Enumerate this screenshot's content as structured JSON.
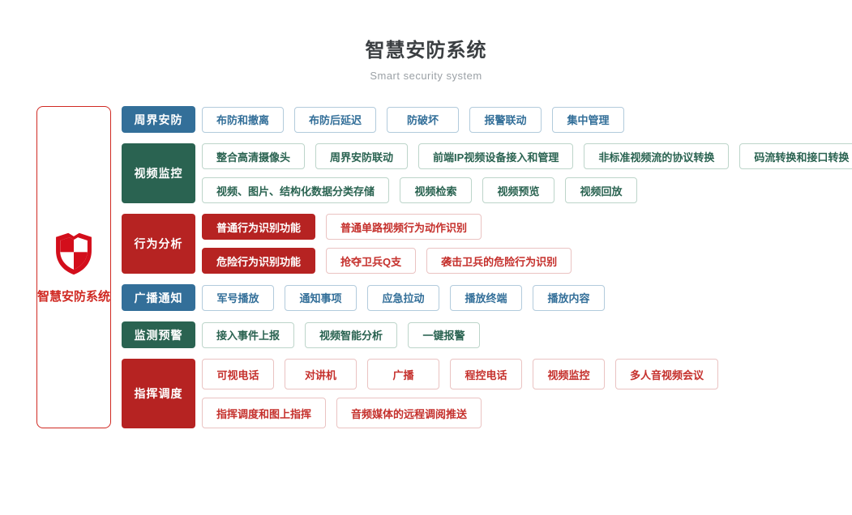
{
  "header": {
    "title": "智慧安防系统",
    "subtitle": "Smart security system"
  },
  "root": {
    "label": "智慧安防系统",
    "icon": "shield-icon"
  },
  "palette": {
    "blue": "#336f99",
    "blue-light": "#b2cbdc",
    "green": "#2a6351",
    "green-light": "#bdd5ca",
    "red": "#b62322",
    "red-text": "#c5302c",
    "red-light": "#eac3c2",
    "root-border": "#d02a23",
    "shield": "#d30e1b",
    "title": "#3b3f42",
    "subtitle": "#9ba1a6"
  },
  "rows": [
    {
      "category": "周界安防",
      "color": "blue",
      "lines": [
        [
          {
            "label": "布防和撤离"
          },
          {
            "label": "布防后延迟"
          },
          {
            "label": "防破坏"
          },
          {
            "label": "报警联动"
          },
          {
            "label": "集中管理"
          }
        ]
      ]
    },
    {
      "category": "视频监控",
      "color": "green",
      "lines": [
        [
          {
            "label": "整合高清摄像头"
          },
          {
            "label": "周界安防联动"
          },
          {
            "label": "前端IP视频设备接入和管理"
          },
          {
            "label": "非标准视频流的协议转换"
          },
          {
            "label": "码流转换和接口转换"
          }
        ],
        [
          {
            "label": "视频、图片、结构化数据分类存储"
          },
          {
            "label": "视频检索"
          },
          {
            "label": "视频预览"
          },
          {
            "label": "视频回放"
          }
        ]
      ]
    },
    {
      "category": "行为分析",
      "color": "red",
      "lines": [
        [
          {
            "label": "普通行为识别功能",
            "solid": true
          },
          {
            "label": "普通单路视频行为动作识别"
          }
        ],
        [
          {
            "label": "危险行为识别功能",
            "solid": true
          },
          {
            "label": "抢夺卫兵Q支"
          },
          {
            "label": "袭击卫兵的危险行为识别"
          }
        ]
      ]
    },
    {
      "category": "广播通知",
      "color": "blue",
      "lines": [
        [
          {
            "label": "军号播放"
          },
          {
            "label": "通知事项"
          },
          {
            "label": "应急拉动"
          },
          {
            "label": "播放终端"
          },
          {
            "label": "播放内容"
          }
        ]
      ]
    },
    {
      "category": "监测预警",
      "color": "green",
      "lines": [
        [
          {
            "label": "接入事件上报"
          },
          {
            "label": "视频智能分析"
          },
          {
            "label": "一键报警"
          }
        ]
      ]
    },
    {
      "category": "指挥调度",
      "color": "red",
      "tall": true,
      "lines": [
        [
          {
            "label": "可视电话"
          },
          {
            "label": "对讲机"
          },
          {
            "label": "广播"
          },
          {
            "label": "程控电话"
          },
          {
            "label": "视频监控"
          },
          {
            "label": "多人音视频会议"
          }
        ],
        [
          {
            "label": "指挥调度和图上指挥"
          },
          {
            "label": "音频媒体的远程调阅推送"
          }
        ]
      ]
    }
  ]
}
